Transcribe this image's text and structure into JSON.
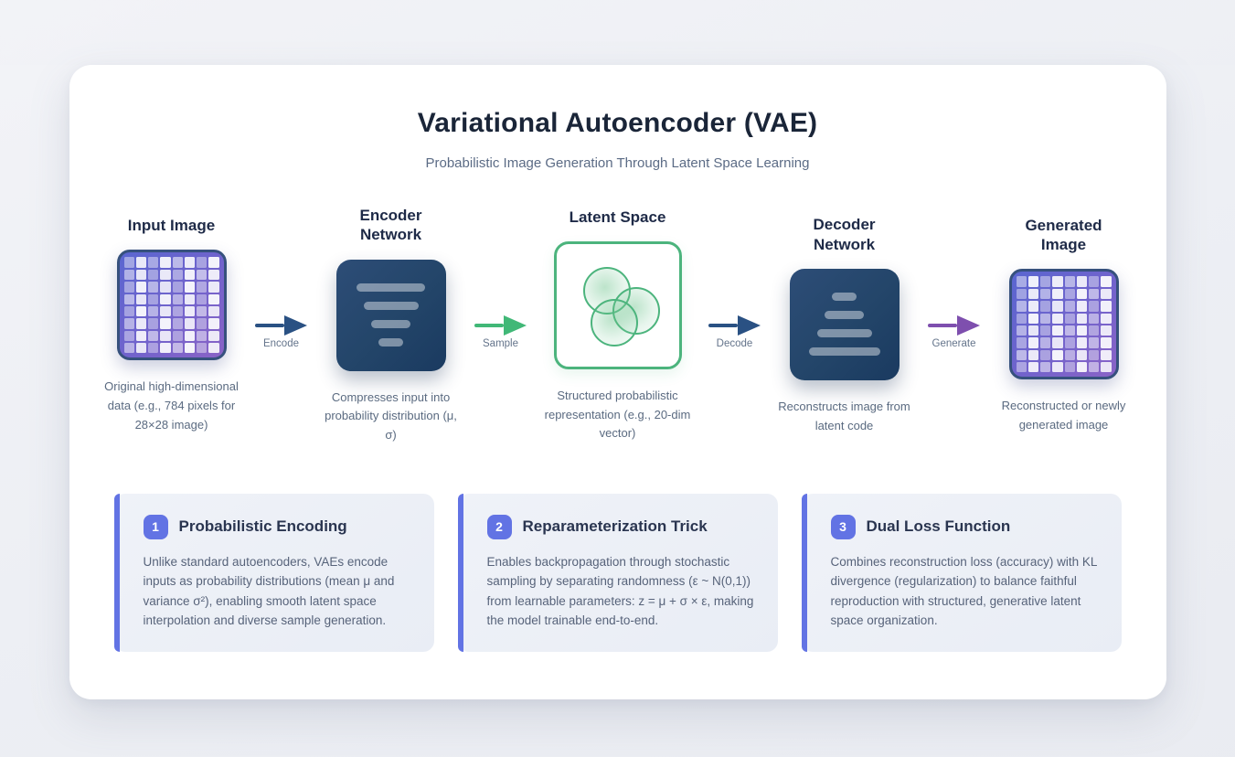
{
  "page": {
    "title": "Variational Autoencoder (VAE)",
    "subtitle": "Probabilistic Image Generation Through Latent Space Learning"
  },
  "flow": {
    "stages": [
      {
        "title": "Input Image",
        "caption": "Original high-dimensional data (e.g., 784 pixels for 28×28 image)"
      },
      {
        "title": "Encoder Network",
        "caption": "Compresses input into probability distribution (μ, σ)"
      },
      {
        "title": "Latent Space",
        "caption": "Structured probabilistic representation (e.g., 20-dim vector)"
      },
      {
        "title": "Decoder Network",
        "caption": "Reconstructs image from latent code"
      },
      {
        "title": "Generated Image",
        "caption": "Reconstructed or newly generated image"
      }
    ],
    "arrows": [
      {
        "label": "Encode",
        "color": "#2a5183"
      },
      {
        "label": "Sample",
        "color": "#41b877"
      },
      {
        "label": "Decode",
        "color": "#2a5183"
      },
      {
        "label": "Generate",
        "color": "#7e4fae"
      }
    ]
  },
  "grids": {
    "input_pattern": [
      [
        0.42,
        0.86,
        0.44,
        0.9,
        0.55,
        0.88,
        0.4,
        0.92
      ],
      [
        0.5,
        0.84,
        0.4,
        0.86,
        0.44,
        0.9,
        0.58,
        0.88
      ],
      [
        0.42,
        0.9,
        0.52,
        0.82,
        0.4,
        0.92,
        0.44,
        0.86
      ],
      [
        0.55,
        0.84,
        0.4,
        0.9,
        0.5,
        0.86,
        0.4,
        0.92
      ],
      [
        0.4,
        0.92,
        0.5,
        0.84,
        0.42,
        0.88,
        0.55,
        0.84
      ],
      [
        0.5,
        0.86,
        0.4,
        0.92,
        0.44,
        0.84,
        0.4,
        0.9
      ],
      [
        0.42,
        0.88,
        0.55,
        0.84,
        0.4,
        0.9,
        0.5,
        0.86
      ],
      [
        0.5,
        0.84,
        0.4,
        0.9,
        0.55,
        0.92,
        0.42,
        0.88
      ]
    ],
    "generated_pattern": [
      [
        0.46,
        0.9,
        0.42,
        0.88,
        0.52,
        0.86,
        0.4,
        0.92
      ],
      [
        0.4,
        0.86,
        0.5,
        0.9,
        0.42,
        0.92,
        0.55,
        0.86
      ],
      [
        0.52,
        0.88,
        0.4,
        0.84,
        0.48,
        0.88,
        0.4,
        0.9
      ],
      [
        0.4,
        0.92,
        0.52,
        0.88,
        0.4,
        0.86,
        0.5,
        0.88
      ],
      [
        0.5,
        0.84,
        0.4,
        0.9,
        0.55,
        0.9,
        0.42,
        0.86
      ],
      [
        0.42,
        0.9,
        0.5,
        0.84,
        0.4,
        0.88,
        0.52,
        0.9
      ],
      [
        0.55,
        0.86,
        0.4,
        0.92,
        0.48,
        0.84,
        0.4,
        0.88
      ],
      [
        0.42,
        0.88,
        0.52,
        0.86,
        0.4,
        0.9,
        0.5,
        0.84
      ]
    ]
  },
  "networks": {
    "encoder_bar_widths_pct": [
      62,
      50,
      36,
      23
    ],
    "decoder_bar_widths_pct": [
      23,
      36,
      50,
      65
    ]
  },
  "cards": [
    {
      "number": "1",
      "title": "Probabilistic Encoding",
      "body": "Unlike standard autoencoders, VAEs encode inputs as probability distributions (mean μ and variance σ²), enabling smooth latent space interpolation and diverse sample generation."
    },
    {
      "number": "2",
      "title": "Reparameterization Trick",
      "body": "Enables backpropagation through stochastic sampling by separating randomness (ε ~ N(0,1)) from learnable parameters: z = μ + σ × ε, making the model trainable end-to-end."
    },
    {
      "number": "3",
      "title": "Dual Loss Function",
      "body": "Combines reconstruction loss (accuracy) with KL divergence (regularization) to balance faithful reproduction with structured, generative latent space organization."
    }
  ],
  "colors": {
    "accent_indigo": "#6273e4",
    "arrow_navy": "#2a5183",
    "arrow_green": "#41b877",
    "arrow_purple": "#7e4fae",
    "latent_green": "#4cb47d",
    "network_navy_start": "#2d4d77",
    "network_navy_end": "#1a3a60",
    "grid_border": "#36517d"
  }
}
